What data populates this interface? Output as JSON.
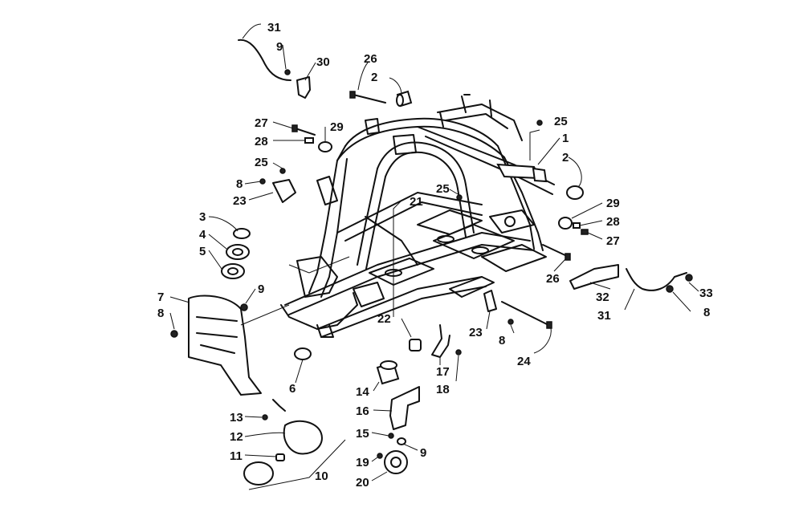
{
  "callouts": [
    {
      "id": "c31a",
      "text": "31"
    },
    {
      "id": "c9a",
      "text": "9"
    },
    {
      "id": "c30",
      "text": "30"
    },
    {
      "id": "c26a",
      "text": "26"
    },
    {
      "id": "c2a",
      "text": "2"
    },
    {
      "id": "c27a",
      "text": "27"
    },
    {
      "id": "c29a",
      "text": "29"
    },
    {
      "id": "c28a",
      "text": "28"
    },
    {
      "id": "c25a",
      "text": "25"
    },
    {
      "id": "c8a",
      "text": "8"
    },
    {
      "id": "c23a",
      "text": "23"
    },
    {
      "id": "c25b",
      "text": "25"
    },
    {
      "id": "c1",
      "text": "1"
    },
    {
      "id": "c2b",
      "text": "2"
    },
    {
      "id": "c21",
      "text": "21"
    },
    {
      "id": "c25c",
      "text": "25"
    },
    {
      "id": "c29b",
      "text": "29"
    },
    {
      "id": "c28b",
      "text": "28"
    },
    {
      "id": "c27b",
      "text": "27"
    },
    {
      "id": "c3",
      "text": "3"
    },
    {
      "id": "c4",
      "text": "4"
    },
    {
      "id": "c5",
      "text": "5"
    },
    {
      "id": "c26b",
      "text": "26"
    },
    {
      "id": "c32",
      "text": "32"
    },
    {
      "id": "c33",
      "text": "33"
    },
    {
      "id": "c31b",
      "text": "31"
    },
    {
      "id": "c8b",
      "text": "8"
    },
    {
      "id": "c7",
      "text": "7"
    },
    {
      "id": "c8c",
      "text": "8"
    },
    {
      "id": "c9b",
      "text": "9"
    },
    {
      "id": "c22",
      "text": "22"
    },
    {
      "id": "c23b",
      "text": "23"
    },
    {
      "id": "c8d",
      "text": "8"
    },
    {
      "id": "c24",
      "text": "24"
    },
    {
      "id": "c6",
      "text": "6"
    },
    {
      "id": "c17",
      "text": "17"
    },
    {
      "id": "c18",
      "text": "18"
    },
    {
      "id": "c14",
      "text": "14"
    },
    {
      "id": "c16",
      "text": "16"
    },
    {
      "id": "c13",
      "text": "13"
    },
    {
      "id": "c12",
      "text": "12"
    },
    {
      "id": "c15",
      "text": "15"
    },
    {
      "id": "c9c",
      "text": "9"
    },
    {
      "id": "c11",
      "text": "11"
    },
    {
      "id": "c19",
      "text": "19"
    },
    {
      "id": "c20",
      "text": "20"
    },
    {
      "id": "c10",
      "text": "10"
    }
  ]
}
